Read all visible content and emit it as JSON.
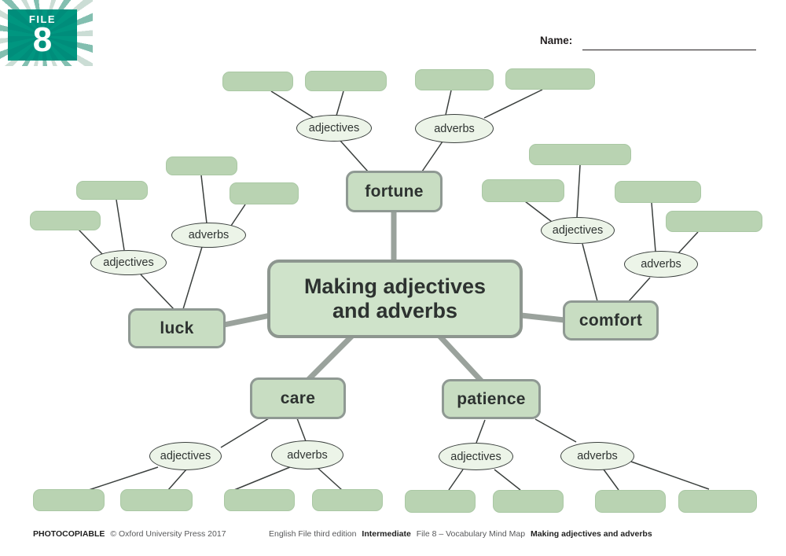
{
  "file_badge": {
    "file_label": "FILE",
    "file_number": "8"
  },
  "name_field": {
    "label": "Name:"
  },
  "center_node": {
    "title": "Making adjectives and adverbs"
  },
  "nodes": {
    "fortune": "fortune",
    "luck": "luck",
    "comfort": "comfort",
    "care": "care",
    "patience": "patience"
  },
  "category_labels": {
    "adjectives": "adjectives",
    "adverbs": "adverbs"
  },
  "footer": {
    "photocopiable": "PHOTOCOPIABLE",
    "copyright": "© Oxford University Press 2017",
    "series": "English File third edition",
    "level": "Intermediate",
    "file_ref": "File 8 – Vocabulary Mind Map",
    "worksheet_title": "Making adjectives and adverbs"
  },
  "colors": {
    "badge_teal": "#00917e",
    "node_fill": "#c8ddc2",
    "center_fill": "#cfe3ca",
    "ellipse_fill": "#ecf4e8",
    "blank_fill": "#b9d3b2",
    "box_border": "#8f9993",
    "thick_line": "#9aa29c",
    "thin_line": "#3b403e",
    "text_dark": "#2d3230"
  }
}
